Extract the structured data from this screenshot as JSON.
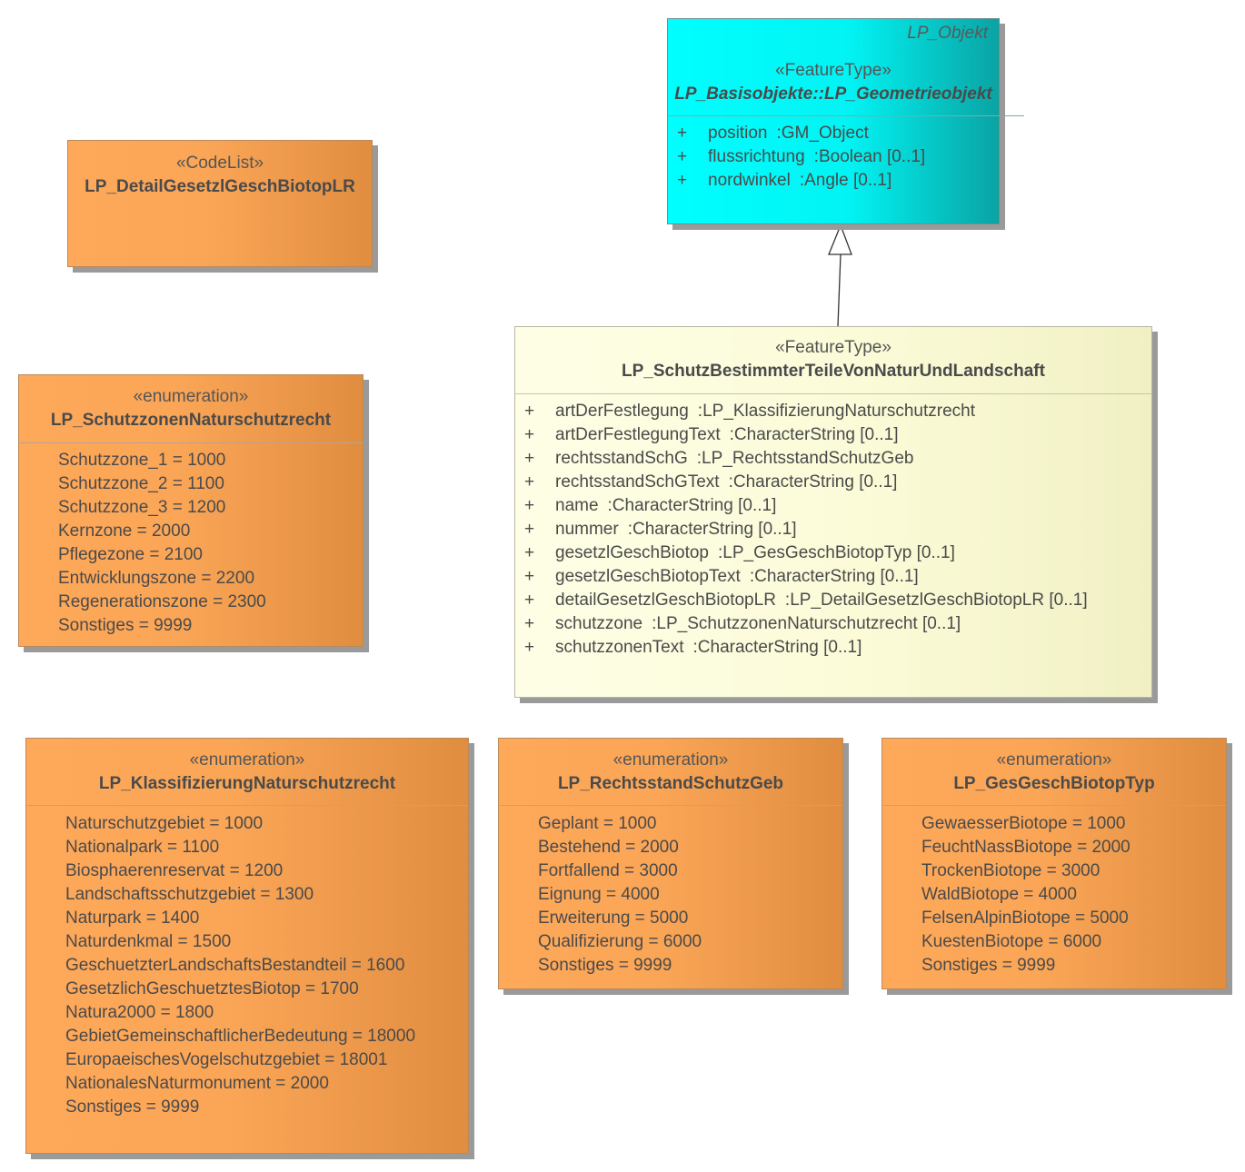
{
  "geometrieobjekt": {
    "tagged_value": "LP_Objekt",
    "stereotype": "«FeatureType»",
    "name": "LP_Basisobjekte::LP_Geometrieobjekt",
    "attributes": [
      {
        "vis": "+",
        "name": "position",
        "type": ":GM_Object"
      },
      {
        "vis": "+",
        "name": "flussrichtung",
        "type": ":Boolean [0..1]"
      },
      {
        "vis": "+",
        "name": "nordwinkel",
        "type": ":Angle [0..1]"
      }
    ]
  },
  "codelist": {
    "stereotype": "«CodeList»",
    "name": "LP_DetailGesetzlGeschBiotopLR"
  },
  "schutzzonen": {
    "stereotype": "«enumeration»",
    "name": "LP_SchutzzonenNaturschutzrecht",
    "literals": [
      "Schutzzone_1 = 1000",
      "Schutzzone_2 = 1100",
      "Schutzzone_3 = 1200",
      "Kernzone = 2000",
      "Pflegezone = 2100",
      "Entwicklungszone = 2200",
      "Regenerationszone = 2300",
      "Sonstiges = 9999"
    ]
  },
  "schutzbestimmter": {
    "stereotype": "«FeatureType»",
    "name": "LP_SchutzBestimmterTeileVonNaturUndLandschaft",
    "attributes": [
      {
        "vis": "+",
        "name": "artDerFestlegung",
        "type": ":LP_KlassifizierungNaturschutzrecht"
      },
      {
        "vis": "+",
        "name": "artDerFestlegungText",
        "type": ":CharacterString [0..1]"
      },
      {
        "vis": "+",
        "name": "rechtsstandSchG",
        "type": ":LP_RechtsstandSchutzGeb"
      },
      {
        "vis": "+",
        "name": "rechtsstandSchGText",
        "type": ":CharacterString [0..1]"
      },
      {
        "vis": "+",
        "name": "name",
        "type": ":CharacterString [0..1]"
      },
      {
        "vis": "+",
        "name": "nummer",
        "type": ":CharacterString [0..1]"
      },
      {
        "vis": "+",
        "name": "gesetzlGeschBiotop",
        "type": ":LP_GesGeschBiotopTyp [0..1]"
      },
      {
        "vis": "+",
        "name": "gesetzlGeschBiotopText",
        "type": ":CharacterString [0..1]"
      },
      {
        "vis": "+",
        "name": "detailGesetzlGeschBiotopLR",
        "type": ":LP_DetailGesetzlGeschBiotopLR [0..1]"
      },
      {
        "vis": "+",
        "name": "schutzzone",
        "type": ":LP_SchutzzonenNaturschutzrecht [0..1]"
      },
      {
        "vis": "+",
        "name": "schutzzonenText",
        "type": ":CharacterString [0..1]"
      }
    ]
  },
  "klassifizierung": {
    "stereotype": "«enumeration»",
    "name": "LP_KlassifizierungNaturschutzrecht",
    "literals": [
      "Naturschutzgebiet = 1000",
      "Nationalpark = 1100",
      "Biosphaerenreservat = 1200",
      "Landschaftsschutzgebiet = 1300",
      "Naturpark = 1400",
      "Naturdenkmal = 1500",
      "GeschuetzterLandschaftsBestandteil = 1600",
      "GesetzlichGeschuetztesBiotop = 1700",
      "Natura2000 = 1800",
      "GebietGemeinschaftlicherBedeutung = 18000",
      "EuropaeischesVogelschutzgebiet = 18001",
      "NationalesNaturmonument = 2000",
      "Sonstiges = 9999"
    ]
  },
  "rechtsstand": {
    "stereotype": "«enumeration»",
    "name": "LP_RechtsstandSchutzGeb",
    "literals": [
      "Geplant = 1000",
      "Bestehend = 2000",
      "Fortfallend = 3000",
      "Eignung = 4000",
      "Erweiterung = 5000",
      "Qualifizierung = 6000",
      "Sonstiges = 9999"
    ]
  },
  "biotoptyp": {
    "stereotype": "«enumeration»",
    "name": "LP_GesGeschBiotopTyp",
    "literals": [
      "GewaesserBiotope = 1000",
      "FeuchtNassBiotope = 2000",
      "TrockenBiotope = 3000",
      "WaldBiotope = 4000",
      "FelsenAlpinBiotope = 5000",
      "KuestenBiotope = 6000",
      "Sonstiges = 9999"
    ]
  }
}
